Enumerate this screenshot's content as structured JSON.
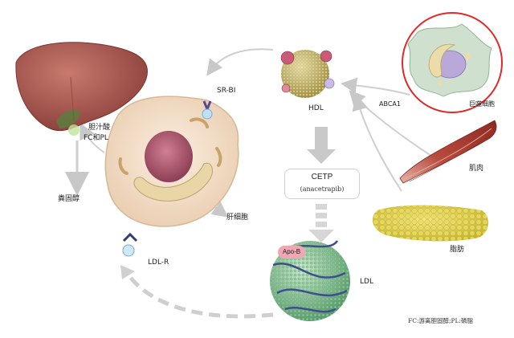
{
  "labels": {
    "bile_acid": "胆汁酸",
    "fc_pl": "FC和PL",
    "fecal_sterol": "粪固醇",
    "sr_bi": "SR-BI",
    "hdl": "HDL",
    "cetp": "CETP",
    "anacetrapib": "(anacetrapib)",
    "hepatocyte": "肝细胞",
    "ldl_r": "LDL-R",
    "apo_b": "Apo-B",
    "ldl": "LDL",
    "abca1": "ABCA1",
    "macrophage": "巨噬细胞",
    "muscle": "肌肉",
    "fat": "脂肪",
    "footnote": "FC:游离胆固醇;PL:磷脂"
  },
  "colors": {
    "liver": "#a8574f",
    "cell_body": "#f3dfc8",
    "nucleus": "#b5637a",
    "hdl_sphere": "#c7b777",
    "ldl_sphere": "#8ec79b",
    "macrophage": "#cfe0cf",
    "muscle": "#b84a3e",
    "fat": "#e3d352",
    "highlight_circle": "#e02a2a",
    "arrow_gray": "#c8c8c8"
  }
}
